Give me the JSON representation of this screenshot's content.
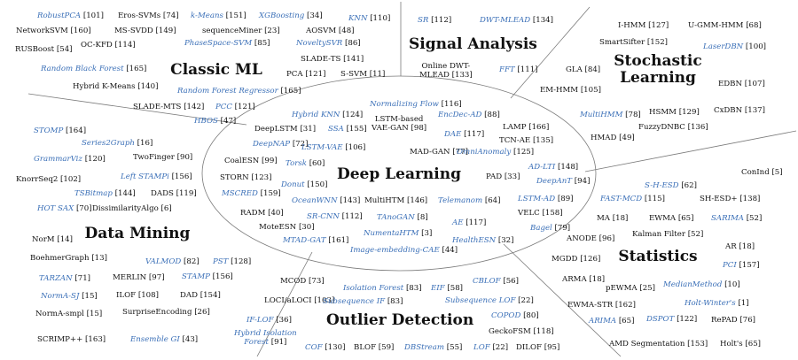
{
  "colors": {
    "method_link": "#3a6fb7",
    "text": "#111111",
    "divider": "#7a7a7a"
  },
  "center": "Deep Learning",
  "areas": [
    {
      "key": "classic-ml",
      "title": "Classic ML"
    },
    {
      "key": "signal-analysis",
      "title": "Signal Analysis"
    },
    {
      "key": "stochastic-learning",
      "title": "Stochastic Learning"
    },
    {
      "key": "statistics",
      "title": "Statistics"
    },
    {
      "key": "outlier-detection",
      "title": "Outlier Detection"
    },
    {
      "key": "data-mining",
      "title": "Data Mining"
    }
  ],
  "methods": [
    {
      "id": "robustpca",
      "name": "RobustPCA",
      "ref": "[101]",
      "style": "blue"
    },
    {
      "id": "eros-svms",
      "name": "Eros-SVMs",
      "ref": "[74]",
      "style": "plain"
    },
    {
      "id": "k-means",
      "name": "k-Means",
      "ref": "[151]",
      "style": "blue"
    },
    {
      "id": "xgboosting",
      "name": "XGBoosting",
      "ref": "[34]",
      "style": "blue"
    },
    {
      "id": "knn",
      "name": "KNN",
      "ref": "[110]",
      "style": "blue"
    },
    {
      "id": "networksvm",
      "name": "NetworkSVM",
      "ref": "[160]",
      "style": "plain"
    },
    {
      "id": "ms-svdd",
      "name": "MS-SVDD",
      "ref": "[149]",
      "style": "plain"
    },
    {
      "id": "sequenceminer",
      "name": "sequenceMiner",
      "ref": "[23]",
      "style": "plain"
    },
    {
      "id": "aosvm",
      "name": "AOSVM",
      "ref": "[48]",
      "style": "plain"
    },
    {
      "id": "oc-kfd",
      "name": "OC-KFD",
      "ref": "[114]",
      "style": "plain"
    },
    {
      "id": "phasespace-svm",
      "name": "PhaseSpace-SVM",
      "ref": "[85]",
      "style": "blue"
    },
    {
      "id": "noveltysvr",
      "name": "NoveltySVR",
      "ref": "[86]",
      "style": "blue"
    },
    {
      "id": "rusboost",
      "name": "RUSBoost",
      "ref": "[54]",
      "style": "plain"
    },
    {
      "id": "slade-ts",
      "name": "SLADE-TS",
      "ref": "[141]",
      "style": "plain"
    },
    {
      "id": "random-black-forest",
      "name": "Random Black Forest",
      "ref": "[165]",
      "style": "blue"
    },
    {
      "id": "pca",
      "name": "PCA",
      "ref": "[121]",
      "style": "plain"
    },
    {
      "id": "s-svm",
      "name": "S-SVM",
      "ref": "[11]",
      "style": "plain"
    },
    {
      "id": "hybrid-k-means",
      "name": "Hybrid K-Means",
      "ref": "[140]",
      "style": "plain"
    },
    {
      "id": "random-forest-regressor",
      "name": "Random Forest Regressor",
      "ref": "[165]",
      "style": "blue"
    },
    {
      "id": "slade-mts",
      "name": "SLADE-MTS",
      "ref": "[142]",
      "style": "plain"
    },
    {
      "id": "pcc",
      "name": "PCC",
      "ref": "[121]",
      "style": "blue"
    },
    {
      "id": "hbos",
      "name": "HBOS",
      "ref": "[47]",
      "style": "blue"
    },
    {
      "id": "sr",
      "name": "SR",
      "ref": "[112]",
      "style": "blue"
    },
    {
      "id": "dwt-mlead",
      "name": "DWT-MLEAD",
      "ref": "[134]",
      "style": "blue"
    },
    {
      "id": "online-dwt-mlead",
      "name": "Online DWT-\nMLEAD",
      "ref": "[133]",
      "style": "plain"
    },
    {
      "id": "fft",
      "name": "FFT",
      "ref": "[111]",
      "style": "blue"
    },
    {
      "id": "i-hmm",
      "name": "I-HMM",
      "ref": "[127]",
      "style": "plain"
    },
    {
      "id": "u-gmm-hmm",
      "name": "U-GMM-HMM",
      "ref": "[68]",
      "style": "plain"
    },
    {
      "id": "smartsifter",
      "name": "SmartSifter",
      "ref": "[152]",
      "style": "plain"
    },
    {
      "id": "laserdbn",
      "name": "LaserDBN",
      "ref": "[100]",
      "style": "blue"
    },
    {
      "id": "gla",
      "name": "GLA",
      "ref": "[84]",
      "style": "plain"
    },
    {
      "id": "em-hmm",
      "name": "EM-HMM",
      "ref": "[105]",
      "style": "plain"
    },
    {
      "id": "edbn",
      "name": "EDBN",
      "ref": "[107]",
      "style": "plain"
    },
    {
      "id": "multihmm",
      "name": "MultiHMM",
      "ref": "[78]",
      "style": "blue"
    },
    {
      "id": "hsmm",
      "name": "HSMM",
      "ref": "[129]",
      "style": "plain"
    },
    {
      "id": "cxdbn",
      "name": "CxDBN",
      "ref": "[137]",
      "style": "plain"
    },
    {
      "id": "fuzzydnbc",
      "name": "FuzzyDNBC",
      "ref": "[136]",
      "style": "plain"
    },
    {
      "id": "hmmad",
      "name": "HMAD",
      "ref": "[49]",
      "style": "plain"
    },
    {
      "id": "normalizing-flow",
      "name": "Normalizing Flow",
      "ref": "[116]",
      "style": "blue"
    },
    {
      "id": "hybrid-knn",
      "name": "Hybrid KNN",
      "ref": "[124]",
      "style": "blue"
    },
    {
      "id": "lstm-based-vae-gan",
      "name": "LSTM-based\nVAE-GAN",
      "ref": "[98]",
      "style": "plain"
    },
    {
      "id": "encdec-ad",
      "name": "EncDec-AD",
      "ref": "[88]",
      "style": "blue"
    },
    {
      "id": "deeplstm",
      "name": "DeepLSTM",
      "ref": "[31]",
      "style": "plain"
    },
    {
      "id": "ssa",
      "name": "SSA",
      "ref": "[155]",
      "style": "blue"
    },
    {
      "id": "lamp",
      "name": "LAMP",
      "ref": "[166]",
      "style": "plain"
    },
    {
      "id": "dae",
      "name": "DAE",
      "ref": "[117]",
      "style": "blue"
    },
    {
      "id": "deepnap",
      "name": "DeepNAP",
      "ref": "[72]",
      "style": "blue"
    },
    {
      "id": "tcn-ae",
      "name": "TCN-AE",
      "ref": "[135]",
      "style": "plain"
    },
    {
      "id": "lstm-vae",
      "name": "LSTM-VAE",
      "ref": "[106]",
      "style": "blue"
    },
    {
      "id": "mad-gan",
      "name": "MAD-GAN",
      "ref": "[77]",
      "style": "plain"
    },
    {
      "id": "omnianomaly",
      "name": "OmniAnomaly",
      "ref": "[125]",
      "style": "blue"
    },
    {
      "id": "coalesn",
      "name": "CoalESN",
      "ref": "[99]",
      "style": "plain"
    },
    {
      "id": "torsk",
      "name": "Torsk",
      "ref": "[60]",
      "style": "blue"
    },
    {
      "id": "ad-lti",
      "name": "AD-LTI",
      "ref": "[148]",
      "style": "blue"
    },
    {
      "id": "storn",
      "name": "STORN",
      "ref": "[123]",
      "style": "plain"
    },
    {
      "id": "pad",
      "name": "PAD",
      "ref": "[33]",
      "style": "plain"
    },
    {
      "id": "deepant",
      "name": "DeepAnT",
      "ref": "[94]",
      "style": "blue"
    },
    {
      "id": "donut",
      "name": "Donut",
      "ref": "[150]",
      "style": "blue"
    },
    {
      "id": "mscred",
      "name": "MSCRED",
      "ref": "[159]",
      "style": "blue"
    },
    {
      "id": "oceanwnn",
      "name": "OceanWNN",
      "ref": "[143]",
      "style": "blue"
    },
    {
      "id": "multihtm",
      "name": "MultiHTM",
      "ref": "[146]",
      "style": "plain"
    },
    {
      "id": "telemanom",
      "name": "Telemanom",
      "ref": "[64]",
      "style": "blue"
    },
    {
      "id": "lstm-ad",
      "name": "LSTM-AD",
      "ref": "[89]",
      "style": "blue"
    },
    {
      "id": "radm",
      "name": "RADM",
      "ref": "[40]",
      "style": "plain"
    },
    {
      "id": "sr-cnn",
      "name": "SR-CNN",
      "ref": "[112]",
      "style": "blue"
    },
    {
      "id": "tanogan",
      "name": "TAnoGAN",
      "ref": "[8]",
      "style": "blue"
    },
    {
      "id": "velc",
      "name": "VELC",
      "ref": "[158]",
      "style": "plain"
    },
    {
      "id": "moteesn",
      "name": "MoteESN",
      "ref": "[30]",
      "style": "plain"
    },
    {
      "id": "ae",
      "name": "AE",
      "ref": "[117]",
      "style": "blue"
    },
    {
      "id": "bagel",
      "name": "Bagel",
      "ref": "[79]",
      "style": "blue"
    },
    {
      "id": "numentahtm",
      "name": "NumentaHTM",
      "ref": "[3]",
      "style": "blue"
    },
    {
      "id": "mtad-gat",
      "name": "MTAD-GAT",
      "ref": "[161]",
      "style": "blue"
    },
    {
      "id": "healthesn",
      "name": "HealthESN",
      "ref": "[32]",
      "style": "blue"
    },
    {
      "id": "image-embedding-cae",
      "name": "Image-embedding-CAE",
      "ref": "[44]",
      "style": "blue"
    },
    {
      "id": "stomp",
      "name": "STOMP",
      "ref": "[164]",
      "style": "blue"
    },
    {
      "id": "series2graph",
      "name": "Series2Graph",
      "ref": "[16]",
      "style": "blue"
    },
    {
      "id": "grammarviz",
      "name": "GrammarViz",
      "ref": "[120]",
      "style": "blue"
    },
    {
      "id": "twofinger",
      "name": "TwoFinger",
      "ref": "[90]",
      "style": "plain"
    },
    {
      "id": "knorrseq2",
      "name": "KnorrSeq2",
      "ref": "[102]",
      "style": "plain"
    },
    {
      "id": "left-stampi",
      "name": "Left STAMPi",
      "ref": "[156]",
      "style": "blue"
    },
    {
      "id": "tsbitmap",
      "name": "TSBitmap",
      "ref": "[144]",
      "style": "blue"
    },
    {
      "id": "dads",
      "name": "DADS",
      "ref": "[119]",
      "style": "plain"
    },
    {
      "id": "hot-sax",
      "name": "HOT SAX",
      "ref": "[70]",
      "style": "blue"
    },
    {
      "id": "dissimilarityalgo",
      "name": "DissimilarityAlgo",
      "ref": "[6]",
      "style": "plain"
    },
    {
      "id": "norm",
      "name": "NorM",
      "ref": "[14]",
      "style": "plain"
    },
    {
      "id": "boehmergraph",
      "name": "BoehmerGraph",
      "ref": "[13]",
      "style": "plain"
    },
    {
      "id": "valmod",
      "name": "VALMOD",
      "ref": "[82]",
      "style": "blue"
    },
    {
      "id": "pst",
      "name": "PST",
      "ref": "[128]",
      "style": "blue"
    },
    {
      "id": "tarzan",
      "name": "TARZAN",
      "ref": "[71]",
      "style": "blue"
    },
    {
      "id": "merlin",
      "name": "MERLIN",
      "ref": "[97]",
      "style": "plain"
    },
    {
      "id": "stamp",
      "name": "STAMP",
      "ref": "[156]",
      "style": "blue"
    },
    {
      "id": "norma-sj",
      "name": "NormA-SJ",
      "ref": "[15]",
      "style": "blue"
    },
    {
      "id": "ilof",
      "name": "ILOF",
      "ref": "[108]",
      "style": "plain"
    },
    {
      "id": "dad",
      "name": "DAD",
      "ref": "[154]",
      "style": "plain"
    },
    {
      "id": "norma-smpl",
      "name": "NormA-smpl",
      "ref": "[15]",
      "style": "plain"
    },
    {
      "id": "surpriseencoding",
      "name": "SurpriseEncoding",
      "ref": "[26]",
      "style": "plain"
    },
    {
      "id": "scrimp",
      "name": "SCRIMP++",
      "ref": "[163]",
      "style": "plain"
    },
    {
      "id": "ensemble-gi",
      "name": "Ensemble GI",
      "ref": "[43]",
      "style": "blue"
    },
    {
      "id": "mcod",
      "name": "MCOD",
      "ref": "[73]",
      "style": "plain"
    },
    {
      "id": "cblof",
      "name": "CBLOF",
      "ref": "[56]",
      "style": "blue"
    },
    {
      "id": "loci-aloci",
      "name": "LOCI/aLOCI",
      "ref": "[103]",
      "style": "plain"
    },
    {
      "id": "isolation-forest",
      "name": "Isolation Forest",
      "ref": "[83]",
      "style": "blue"
    },
    {
      "id": "eif",
      "name": "EIF",
      "ref": "[58]",
      "style": "blue"
    },
    {
      "id": "subsequence-if",
      "name": "Subsequence IF",
      "ref": "[83]",
      "style": "blue"
    },
    {
      "id": "subsequence-lof",
      "name": "Subsequence LOF",
      "ref": "[22]",
      "style": "blue"
    },
    {
      "id": "if-lof",
      "name": "IF-LOF",
      "ref": "[36]",
      "style": "blue"
    },
    {
      "id": "copod",
      "name": "COPOD",
      "ref": "[80]",
      "style": "blue"
    },
    {
      "id": "hybrid-isolation-forest",
      "name": "Hybrid Isolation\nForest",
      "ref": "[91]",
      "style": "blue"
    },
    {
      "id": "geckoram",
      "name": "GeckoFSM",
      "ref": "[118]",
      "style": "plain"
    },
    {
      "id": "cof",
      "name": "COF",
      "ref": "[130]",
      "style": "blue"
    },
    {
      "id": "blof",
      "name": "BLOF",
      "ref": "[59]",
      "style": "plain"
    },
    {
      "id": "dbstream",
      "name": "DBStream",
      "ref": "[55]",
      "style": "blue"
    },
    {
      "id": "lof",
      "name": "LOF",
      "ref": "[22]",
      "style": "blue"
    },
    {
      "id": "dilof",
      "name": "DILOF",
      "ref": "[95]",
      "style": "plain"
    },
    {
      "id": "s-h-esd",
      "name": "S-H-ESD",
      "ref": "[62]",
      "style": "blue"
    },
    {
      "id": "conind",
      "name": "ConInd",
      "ref": "[5]",
      "style": "plain"
    },
    {
      "id": "fast-mcd",
      "name": "FAST-MCD",
      "ref": "[115]",
      "style": "blue"
    },
    {
      "id": "sh-esd-plus",
      "name": "SH-ESD+",
      "ref": "[138]",
      "style": "plain"
    },
    {
      "id": "ma",
      "name": "MA",
      "ref": "[18]",
      "style": "plain"
    },
    {
      "id": "ewma",
      "name": "EWMA",
      "ref": "[65]",
      "style": "plain"
    },
    {
      "id": "sarima",
      "name": "SARIMA",
      "ref": "[52]",
      "style": "blue"
    },
    {
      "id": "kalman-filter",
      "name": "Kalman Filter",
      "ref": "[52]",
      "style": "plain"
    },
    {
      "id": "anode",
      "name": "ANODE",
      "ref": "[96]",
      "style": "plain"
    },
    {
      "id": "ar",
      "name": "AR",
      "ref": "[18]",
      "style": "plain"
    },
    {
      "id": "mgdd",
      "name": "MGDD",
      "ref": "[126]",
      "style": "plain"
    },
    {
      "id": "pci",
      "name": "PCI",
      "ref": "[157]",
      "style": "blue"
    },
    {
      "id": "arma",
      "name": "ARMA",
      "ref": "[18]",
      "style": "plain"
    },
    {
      "id": "pewma",
      "name": "pEWMA",
      "ref": "[25]",
      "style": "plain"
    },
    {
      "id": "medianmethod",
      "name": "MedianMethod",
      "ref": "[10]",
      "style": "blue"
    },
    {
      "id": "ewma-str",
      "name": "EWMA-STR",
      "ref": "[162]",
      "style": "plain"
    },
    {
      "id": "holt-winters",
      "name": "Holt-Winter's",
      "ref": "[1]",
      "style": "blue"
    },
    {
      "id": "arima",
      "name": "ARIMA",
      "ref": "[65]",
      "style": "blue"
    },
    {
      "id": "dspot",
      "name": "DSPOT",
      "ref": "[122]",
      "style": "blue"
    },
    {
      "id": "repad",
      "name": "RePAD",
      "ref": "[76]",
      "style": "plain"
    },
    {
      "id": "amd-segmentation",
      "name": "AMD Segmentation",
      "ref": "[153]",
      "style": "plain"
    },
    {
      "id": "holts",
      "name": "Holt's",
      "ref": "[65]",
      "style": "plain"
    }
  ]
}
